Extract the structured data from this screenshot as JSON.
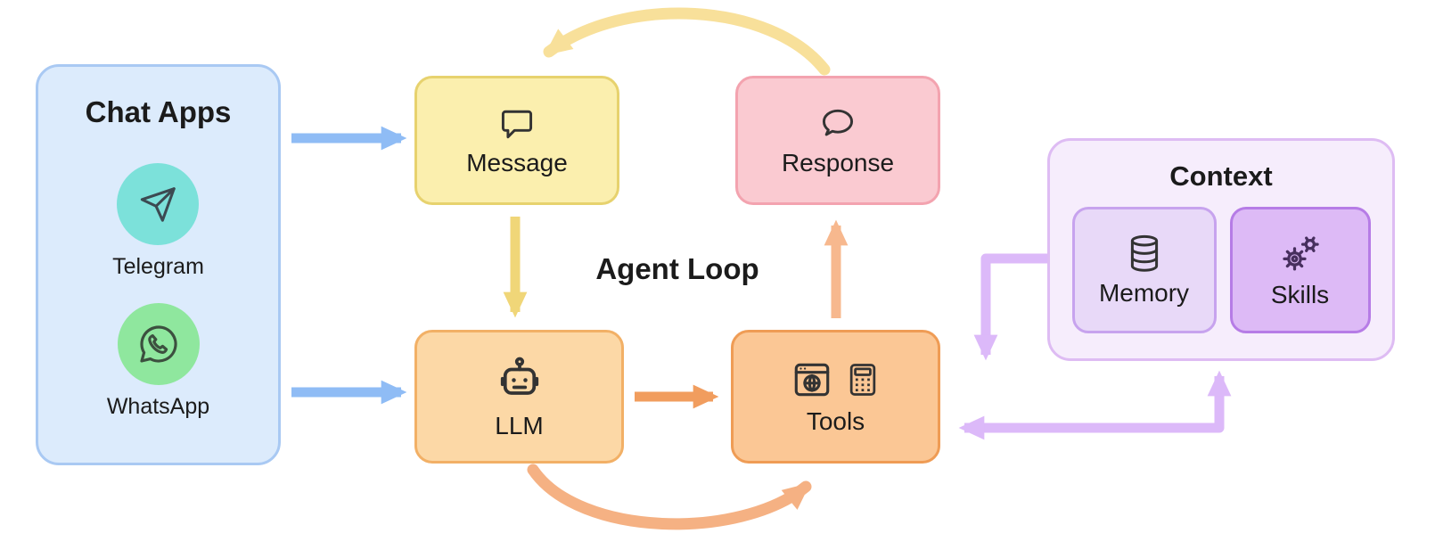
{
  "diagram": {
    "agent_loop_label": "Agent Loop",
    "chat_apps": {
      "title": "Chat Apps",
      "items": [
        {
          "label": "Telegram",
          "icon": "telegram-icon",
          "circle_color": "#7ce1da"
        },
        {
          "label": "WhatsApp",
          "icon": "whatsapp-icon",
          "circle_color": "#8fe79e"
        }
      ]
    },
    "nodes": {
      "message": {
        "label": "Message",
        "icon": "square-speech-bubble-icon",
        "fill": "#fbefae",
        "border": "#e7d26e"
      },
      "response": {
        "label": "Response",
        "icon": "round-speech-bubble-icon",
        "fill": "#facad1",
        "border": "#f3a3af"
      },
      "llm": {
        "label": "LLM",
        "icon": "robot-icon",
        "fill": "#fcd8a6",
        "border": "#f2b066"
      },
      "tools": {
        "label": "Tools",
        "icon": "browser-and-calculator-icon",
        "fill": "#fbc795",
        "border": "#ef9c55"
      }
    },
    "context": {
      "title": "Context",
      "fill": "#f6edfc",
      "border": "#debcf3",
      "memory": {
        "label": "Memory",
        "icon": "database-icon",
        "fill": "#e8d9f8",
        "border": "#c7a3ee"
      },
      "skills": {
        "label": "Skills",
        "icon": "gears-icon",
        "fill": "#ddbaf6",
        "border": "#b67ce6"
      }
    },
    "edges": [
      {
        "from": "chat-apps",
        "to": "message",
        "style": "straight",
        "color": "#8fbcf5"
      },
      {
        "from": "chat-apps",
        "to": "llm",
        "style": "straight",
        "color": "#8fbcf5"
      },
      {
        "from": "message",
        "to": "llm",
        "style": "straight",
        "color": "#f0d678"
      },
      {
        "from": "llm",
        "to": "tools",
        "style": "straight",
        "color": "#f19d5e"
      },
      {
        "from": "llm",
        "to": "tools",
        "style": "curved-bottom",
        "color": "#f5b183"
      },
      {
        "from": "tools",
        "to": "response",
        "style": "straight",
        "color": "#f7b88e"
      },
      {
        "from": "response",
        "to": "message",
        "style": "curved-top",
        "color": "#f8e09a"
      },
      {
        "from": "context",
        "to": "tools",
        "style": "elbow-left",
        "color": "#dcb9f9"
      },
      {
        "from": "tools",
        "to": "context",
        "style": "elbow-bottom-bidirectional",
        "color": "#dcb9f9"
      }
    ],
    "colors": {
      "background": "#ffffff",
      "text": "#1b1b1b",
      "chat_apps_fill": "#dcebfc",
      "chat_apps_border": "#a9c9f3",
      "arrow_blue": "#8fbcf5",
      "arrow_yellow": "#f0d678",
      "arrow_yellow_light": "#f8e09a",
      "arrow_orange": "#f19d5e",
      "arrow_salmon": "#f7b88e",
      "arrow_peach": "#f5b183",
      "arrow_purple": "#dcb9f9"
    }
  }
}
